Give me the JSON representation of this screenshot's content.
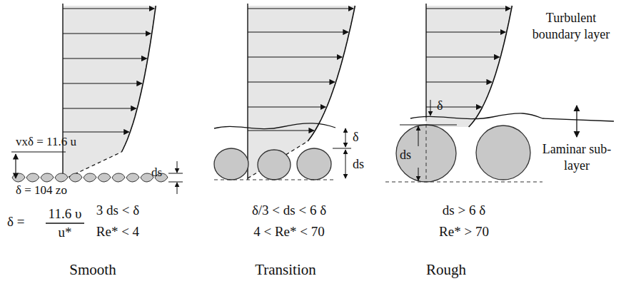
{
  "diagram": {
    "labels": [
      "Turbulent boundary layer",
      "Laminar sub-layer",
      "vxδ = 11.6 u",
      "ds",
      "δ = 104 zo",
      "δ =",
      "11.6 υ",
      "u*",
      "3 ds < δ",
      "Re* < 4",
      "Smooth",
      "δ",
      "ds",
      "δ/3 < ds < 6 δ",
      "4 < Re* < 70",
      "Transition",
      "δ",
      "ds",
      "ds > 6 δ",
      "Re* > 70",
      "Rough"
    ]
  }
}
